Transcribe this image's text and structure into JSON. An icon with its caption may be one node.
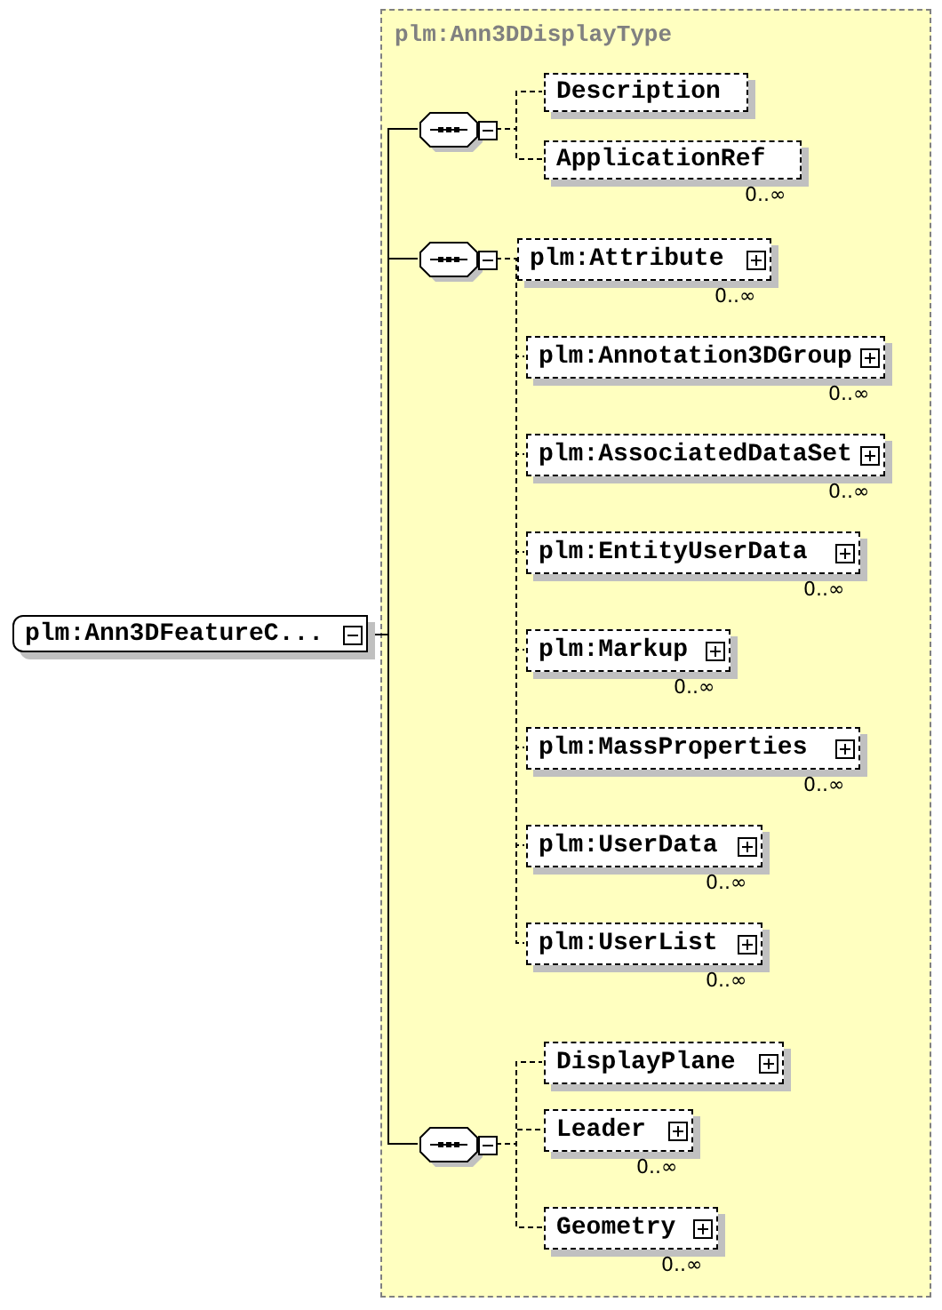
{
  "diagram": {
    "nodes": [
      {
        "text": [
          "plm:Ann3DFeatureC..."
        ]
      },
      {
        "text": [
          "plm:Ann3DDisplayType"
        ]
      },
      {
        "text": [],
        "shape": "octagon",
        "in": 1
      },
      {
        "text": [
          "Description"
        ],
        "in": 1
      },
      {
        "text": [
          "ApplicationRef"
        ],
        "in": 1,
        "beside": [
          "0..∞"
        ]
      },
      {
        "text": [],
        "shape": "octagon",
        "in": 1
      },
      {
        "text": [
          "plm:Attribute"
        ],
        "in": 1,
        "beside": [
          "0..∞"
        ]
      },
      {
        "text": [
          "plm:Annotation3DGroup"
        ],
        "in": 1,
        "beside": [
          "0..∞"
        ]
      },
      {
        "text": [
          "plm:AssociatedDataSet"
        ],
        "in": 1,
        "beside": [
          "0..∞"
        ]
      },
      {
        "text": [
          "plm:EntityUserData"
        ],
        "in": 1,
        "beside": [
          "0..∞"
        ]
      },
      {
        "text": [
          "plm:Markup"
        ],
        "in": 1,
        "beside": [
          "0..∞"
        ]
      },
      {
        "text": [
          "plm:MassProperties"
        ],
        "in": 1,
        "beside": [
          "0..∞"
        ]
      },
      {
        "text": [
          "plm:UserData"
        ],
        "in": 1,
        "beside": [
          "0..∞"
        ]
      },
      {
        "text": [
          "plm:UserList"
        ],
        "in": 1,
        "beside": [
          "0..∞"
        ]
      },
      {
        "text": [],
        "shape": "octagon",
        "in": 1
      },
      {
        "text": [
          "DisplayPlane"
        ],
        "in": 1
      },
      {
        "text": [
          "Leader"
        ],
        "in": 1,
        "beside": [
          "0..∞"
        ]
      },
      {
        "text": [
          "Geometry"
        ],
        "in": 1,
        "beside": [
          "0..∞"
        ]
      }
    ],
    "edges": [
      {
        "from": 0,
        "to": 2,
        "arrow": "none"
      },
      {
        "from": 0,
        "to": 5,
        "arrow": "none"
      },
      {
        "from": 0,
        "to": 14,
        "arrow": "none"
      },
      {
        "from": 2,
        "to": 3,
        "arrow": "none",
        "style": "dashed"
      },
      {
        "from": 2,
        "to": 4,
        "arrow": "none",
        "style": "dashed"
      },
      {
        "from": 5,
        "to": 6,
        "arrow": "none",
        "style": "dashed"
      },
      {
        "from": 5,
        "to": 7,
        "arrow": "none",
        "style": "dashed"
      },
      {
        "from": 5,
        "to": 8,
        "arrow": "none",
        "style": "dashed"
      },
      {
        "from": 5,
        "to": 9,
        "arrow": "none",
        "style": "dashed"
      },
      {
        "from": 5,
        "to": 10,
        "arrow": "none",
        "style": "dashed"
      },
      {
        "from": 5,
        "to": 11,
        "arrow": "none",
        "style": "dashed"
      },
      {
        "from": 5,
        "to": 12,
        "arrow": "none",
        "style": "dashed"
      },
      {
        "from": 5,
        "to": 13,
        "arrow": "none",
        "style": "dashed"
      },
      {
        "from": 14,
        "to": 15,
        "arrow": "none",
        "style": "dashed"
      },
      {
        "from": 14,
        "to": 16,
        "arrow": "none",
        "style": "dashed"
      },
      {
        "from": 14,
        "to": 17,
        "arrow": "none",
        "style": "dashed"
      }
    ]
  }
}
